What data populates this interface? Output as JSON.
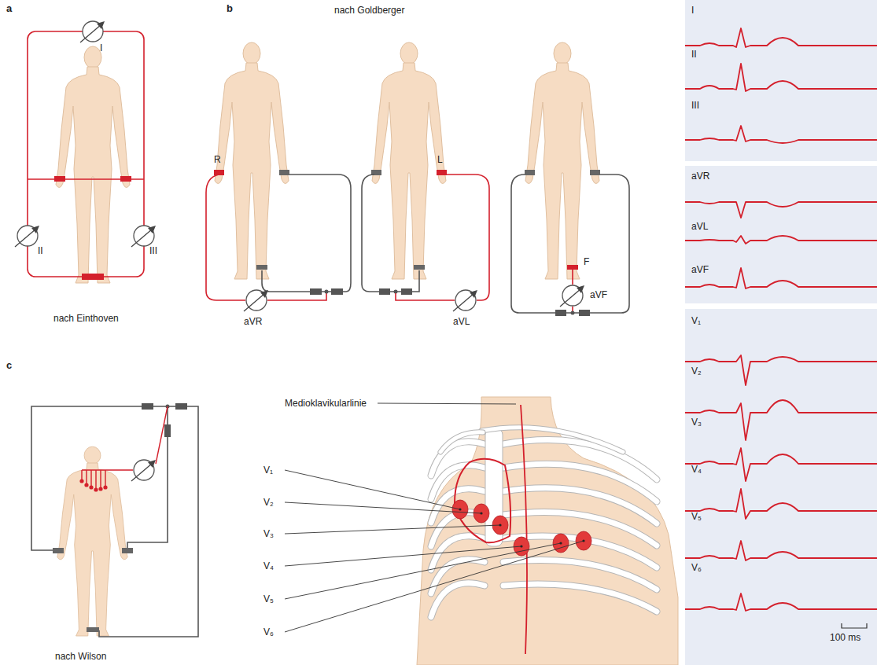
{
  "diagram": {
    "nodes": [
      {
        "text": [
          "I",
          "II",
          "III"
        ]
      },
      {
        "text": [
          "aVR",
          "aVL",
          "aVF"
        ]
      },
      {
        "text": [
          "V₁",
          "V₂",
          "V₃",
          "V₄",
          "V₅",
          "V₆",
          "100 ms"
        ]
      }
    ],
    "labels": [
      "a",
      "nach Einthoven",
      "I",
      "II",
      "III",
      "b",
      "nach Goldberger",
      "R",
      "L",
      "F",
      "aVR",
      "aVL",
      "aVF",
      "c",
      "nach Wilson",
      "Medioklavikularlinie",
      "V₁",
      "V₂",
      "V₃",
      "V₄",
      "V₅",
      "V₆"
    ]
  }
}
